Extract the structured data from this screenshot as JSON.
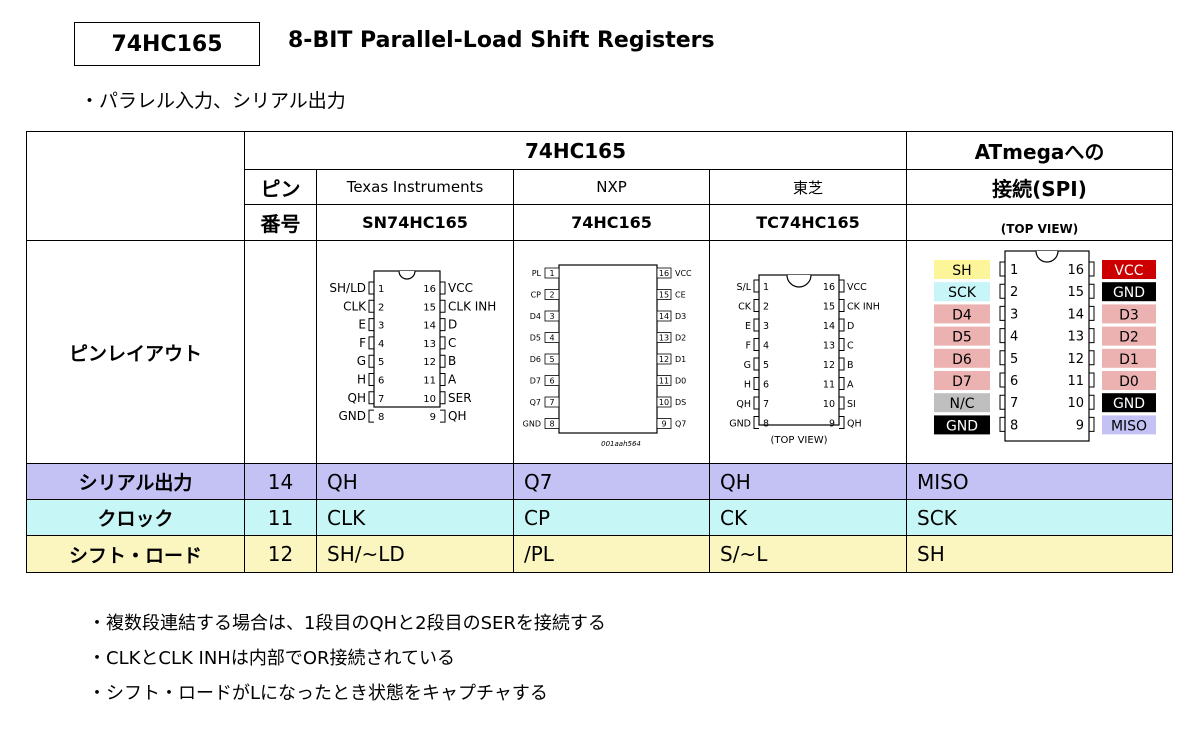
{
  "header": {
    "chip_name": "74HC165",
    "title": "8-BIT Parallel-Load Shift Registers",
    "subtitle": "・パラレル入力、シリアル出力"
  },
  "table": {
    "group_74hc165": "74HC165",
    "group_atmega_line1": "ATmegaへの",
    "group_atmega_line2": "接続(SPI)",
    "pin_header_line1": "ピン",
    "pin_header_line2": "番号",
    "mfr_ti": "Texas Instruments",
    "mfr_nxp": "NXP",
    "mfr_toshiba": "東芝",
    "part_ti": "SN74HC165",
    "part_nxp": "74HC165",
    "part_toshiba": "TC74HC165",
    "top_view_atmega": "(TOP VIEW)",
    "pin_layout_label": "ピンレイアウト",
    "rows": [
      {
        "label": "シリアル出力",
        "pin": "14",
        "ti": "QH",
        "nxp": "Q7",
        "toshiba": "QH",
        "atmega": "MISO"
      },
      {
        "label": "クロック",
        "pin": "11",
        "ti": "CLK",
        "nxp": "CP",
        "toshiba": "CK",
        "atmega": "SCK"
      },
      {
        "label": "シフト・ロード",
        "pin": "12",
        "ti": "SH/~LD",
        "nxp": "/PL",
        "toshiba": "S/~L",
        "atmega": "SH"
      }
    ]
  },
  "ti_pins": {
    "left": [
      "SH/LD",
      "CLK",
      "E",
      "F",
      "G",
      "H",
      "QH",
      "GND"
    ],
    "right": [
      "VCC",
      "CLK INH",
      "D",
      "C",
      "B",
      "A",
      "SER",
      "QH"
    ],
    "left_nums": [
      "1",
      "2",
      "3",
      "4",
      "5",
      "6",
      "7",
      "8"
    ],
    "right_nums": [
      "16",
      "15",
      "14",
      "13",
      "12",
      "11",
      "10",
      "9"
    ]
  },
  "nxp_pins": {
    "left": [
      "PL",
      "CP",
      "D4",
      "D5",
      "D6",
      "D7",
      "Q7",
      "GND"
    ],
    "right": [
      "VCC",
      "CE",
      "D3",
      "D2",
      "D1",
      "D0",
      "DS",
      "Q7"
    ],
    "left_nums": [
      "1",
      "2",
      "3",
      "4",
      "5",
      "6",
      "7",
      "8"
    ],
    "right_nums": [
      "16",
      "15",
      "14",
      "13",
      "12",
      "11",
      "10",
      "9"
    ],
    "footnote": "001aah564"
  },
  "toshiba_pins": {
    "left": [
      "S/L",
      "CK",
      "E",
      "F",
      "G",
      "H",
      "QH",
      "GND"
    ],
    "right": [
      "VCC",
      "CK INH",
      "D",
      "C",
      "B",
      "A",
      "SI",
      "QH"
    ],
    "left_nums": [
      "1",
      "2",
      "3",
      "4",
      "5",
      "6",
      "7",
      "8"
    ],
    "right_nums": [
      "16",
      "15",
      "14",
      "13",
      "12",
      "11",
      "10",
      "9"
    ],
    "top_view": "(TOP  VIEW)"
  },
  "atmega_pins": {
    "left": [
      {
        "label": "SH",
        "color": "#fdf59a",
        "text": "#000000"
      },
      {
        "label": "SCK",
        "color": "#c8f5f7",
        "text": "#000000"
      },
      {
        "label": "D4",
        "color": "#ecb2b2",
        "text": "#000000"
      },
      {
        "label": "D5",
        "color": "#ecb2b2",
        "text": "#000000"
      },
      {
        "label": "D6",
        "color": "#ecb2b2",
        "text": "#000000"
      },
      {
        "label": "D7",
        "color": "#ecb2b2",
        "text": "#000000"
      },
      {
        "label": "N/C",
        "color": "#bfbfbf",
        "text": "#000000"
      },
      {
        "label": "GND",
        "color": "#000000",
        "text": "#ffffff"
      }
    ],
    "right": [
      {
        "label": "VCC",
        "color": "#cc0000",
        "text": "#ffffff"
      },
      {
        "label": "GND",
        "color": "#000000",
        "text": "#ffffff"
      },
      {
        "label": "D3",
        "color": "#ecb2b2",
        "text": "#000000"
      },
      {
        "label": "D2",
        "color": "#ecb2b2",
        "text": "#000000"
      },
      {
        "label": "D1",
        "color": "#ecb2b2",
        "text": "#000000"
      },
      {
        "label": "D0",
        "color": "#ecb2b2",
        "text": "#000000"
      },
      {
        "label": "GND",
        "color": "#000000",
        "text": "#ffffff"
      },
      {
        "label": "MISO",
        "color": "#c4c1f5",
        "text": "#000000"
      }
    ],
    "left_nums": [
      "1",
      "2",
      "3",
      "4",
      "5",
      "6",
      "7",
      "8"
    ],
    "right_nums": [
      "16",
      "15",
      "14",
      "13",
      "12",
      "11",
      "10",
      "9"
    ]
  },
  "notes": [
    "・複数段連結する場合は、1段目のQHと2段目のSERを接続する",
    "・CLKとCLK INHは内部でOR接続されている",
    "・シフト・ロードがLになったとき状態をキャプチャする"
  ]
}
